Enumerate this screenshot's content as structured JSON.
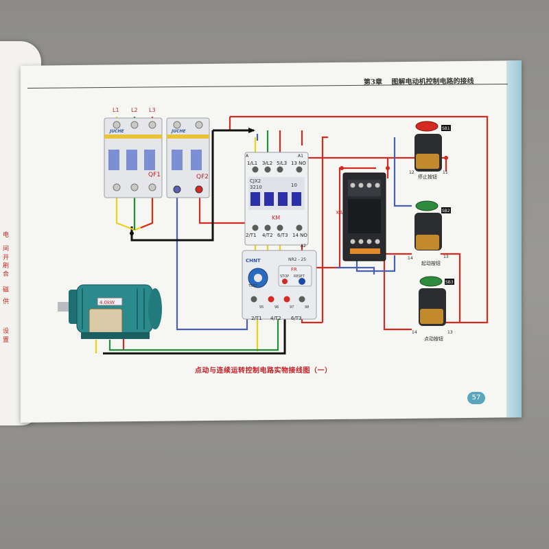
{
  "header": {
    "chapter": "第3章",
    "title": "图解电动机控制电路的接线"
  },
  "caption": "点动与连续运转控制电路实物接线图（一）",
  "page_number": "57",
  "left_page_fragments": [
    "电",
    "间",
    "开",
    "刷",
    "合",
    "磁",
    "供",
    "设",
    "置"
  ],
  "phases": [
    "L1",
    "L2",
    "L3"
  ],
  "breakers": {
    "brand": "JUCHE",
    "qf1": "QF1",
    "qf2": "QF2"
  },
  "contactor": {
    "model_line1": "CJX2",
    "model_line2": "3210",
    "label": "KM",
    "aux": "10",
    "top_terminals": [
      "1/L1",
      "3/L2",
      "5/L3",
      "13 NO"
    ],
    "bottom_terminals": [
      "2/T1",
      "4/T2",
      "6/T3",
      "14 NO"
    ],
    "a1": "A1",
    "a2": "A2",
    "a_left": "A"
  },
  "relay": {
    "brand": "CHNT",
    "model": "NR2 - 25",
    "label": "FR",
    "stop": "STOP",
    "reset": "RESET",
    "test": "TEST",
    "terminals": [
      "2/T1",
      "4/T2",
      "6/T3"
    ],
    "contacts": [
      "95",
      "96",
      "97",
      "98"
    ]
  },
  "intermediate_relay": {
    "label": "KA"
  },
  "buttons": [
    {
      "id": "SB1",
      "label": "停止按钮",
      "left": "12",
      "right": "11"
    },
    {
      "id": "SB2",
      "label": "起动按钮",
      "left": "14",
      "right": "13"
    },
    {
      "id": "SB3",
      "label": "点动按钮",
      "left": "14",
      "right": "13"
    }
  ],
  "motor": {
    "label": "4.0kW"
  },
  "colors": {
    "yellow": "#e8d21a",
    "green": "#1f8f3a",
    "red": "#d32a22",
    "black": "#111111",
    "blue": "#4b5fb0",
    "accent": "#c41e24"
  }
}
